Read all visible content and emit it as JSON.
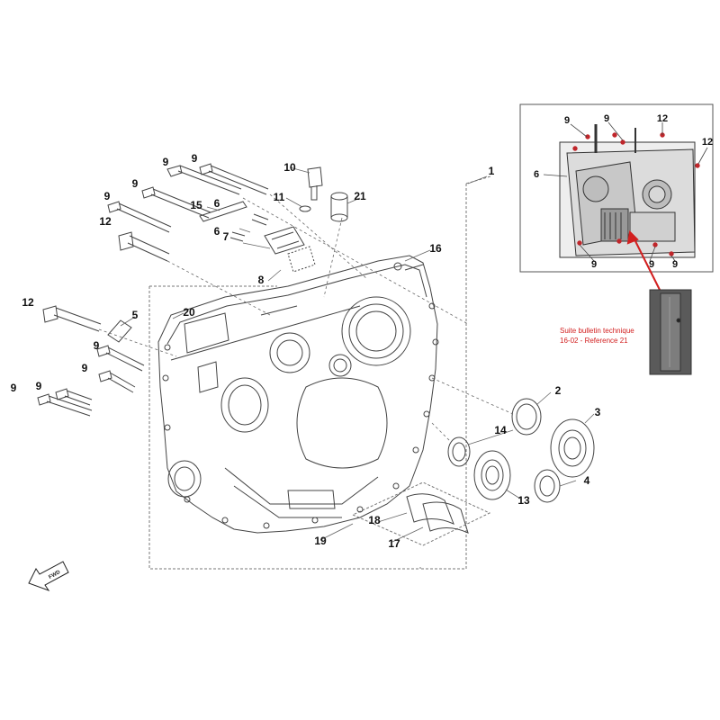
{
  "callouts": [
    {
      "id": "c-1",
      "text": "1"
    },
    {
      "id": "c-2",
      "text": "2"
    },
    {
      "id": "c-3",
      "text": "3"
    },
    {
      "id": "c-4",
      "text": "4"
    },
    {
      "id": "c-5",
      "text": "5"
    },
    {
      "id": "c-6a",
      "text": "6"
    },
    {
      "id": "c-6b",
      "text": "6"
    },
    {
      "id": "c-7",
      "text": "7"
    },
    {
      "id": "c-8",
      "text": "8"
    },
    {
      "id": "c-9a",
      "text": "9"
    },
    {
      "id": "c-9b",
      "text": "9"
    },
    {
      "id": "c-9c",
      "text": "9"
    },
    {
      "id": "c-9d",
      "text": "9"
    },
    {
      "id": "c-9e",
      "text": "9"
    },
    {
      "id": "c-9f",
      "text": "9"
    },
    {
      "id": "c-9g",
      "text": "9"
    },
    {
      "id": "c-9h",
      "text": "9"
    },
    {
      "id": "c-10",
      "text": "10"
    },
    {
      "id": "c-11",
      "text": "11"
    },
    {
      "id": "c-12a",
      "text": "12"
    },
    {
      "id": "c-12b",
      "text": "12"
    },
    {
      "id": "c-13",
      "text": "13"
    },
    {
      "id": "c-14",
      "text": "14"
    },
    {
      "id": "c-15",
      "text": "15"
    },
    {
      "id": "c-16",
      "text": "16"
    },
    {
      "id": "c-17",
      "text": "17"
    },
    {
      "id": "c-18",
      "text": "18"
    },
    {
      "id": "c-19",
      "text": "19"
    },
    {
      "id": "c-20",
      "text": "20"
    },
    {
      "id": "c-21",
      "text": "21"
    },
    {
      "id": "i-9a",
      "text": "9"
    },
    {
      "id": "i-9b",
      "text": "9"
    },
    {
      "id": "i-12a",
      "text": "12"
    },
    {
      "id": "i-12b",
      "text": "12"
    },
    {
      "id": "i-6",
      "text": "6"
    },
    {
      "id": "i-9c",
      "text": "9"
    },
    {
      "id": "i-9d",
      "text": "9"
    },
    {
      "id": "i-9e",
      "text": "9"
    }
  ],
  "bulletin": {
    "line1": "Suite bulletin technique",
    "line2": "16-02 - Reference 21"
  },
  "fwd_label": "FWD",
  "colors": {
    "line": "#555555",
    "accent": "#d21f1f"
  }
}
